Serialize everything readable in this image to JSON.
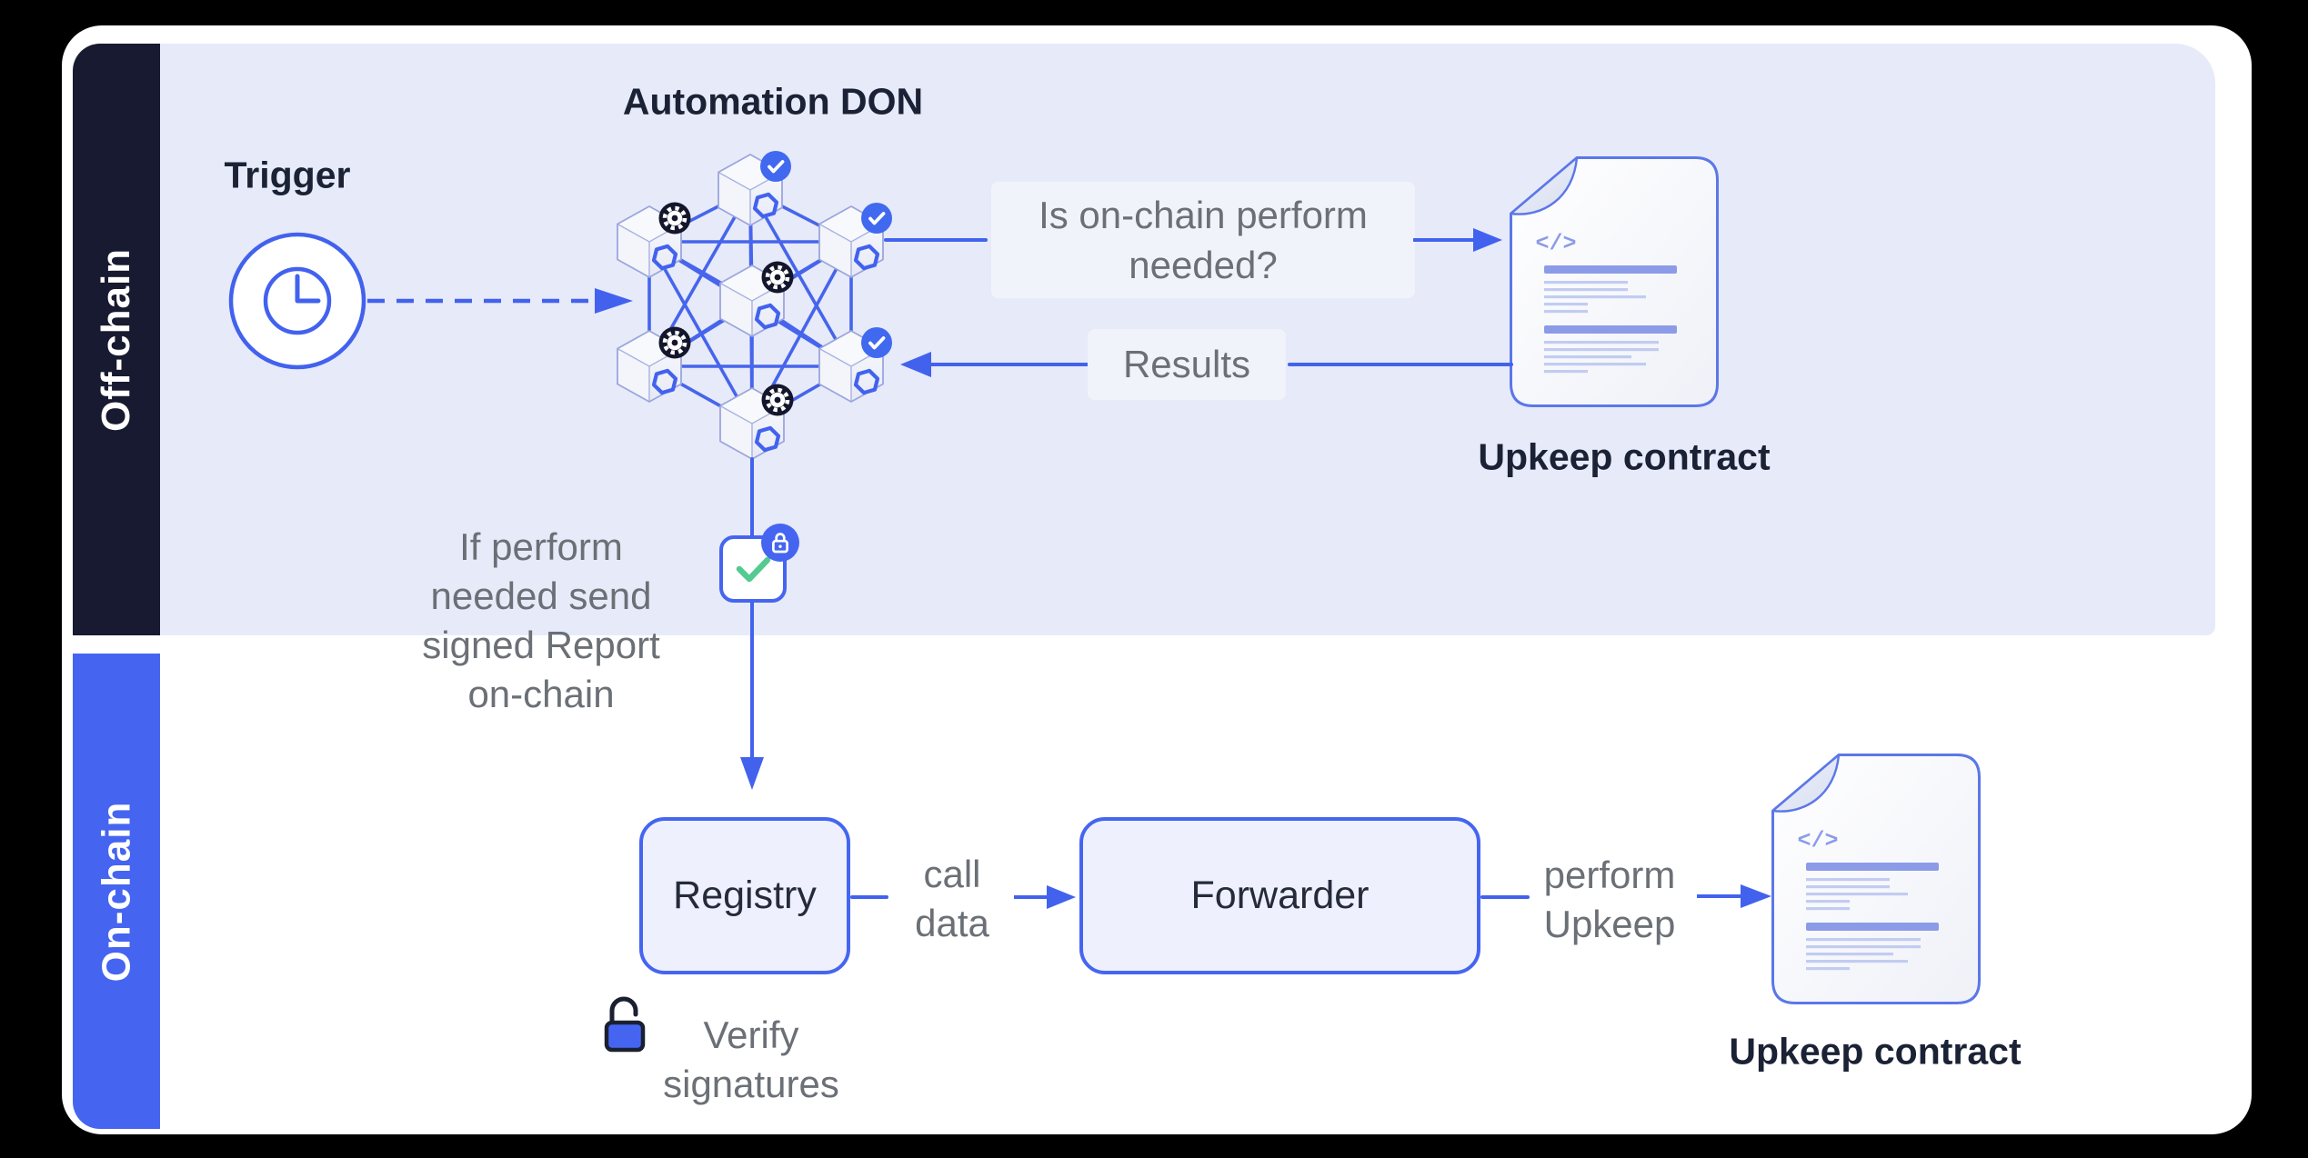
{
  "sidebar": {
    "offchain": {
      "label": "Off-chain",
      "bg": "#181A31"
    },
    "onchain": {
      "label": "On-chain",
      "bg": "#4565F1"
    }
  },
  "offchain_section": {
    "band_bg": "#E7EAF9",
    "trigger": {
      "label": "Trigger",
      "icon": "clock-icon"
    },
    "don": {
      "title": "Automation DON",
      "node_count": 7,
      "node_icon": "chainlink-cube-icon",
      "badge_icons": [
        "check-badge-icon",
        "gear-badge-icon"
      ],
      "check_badges": 3,
      "gear_badges": 4
    },
    "question": {
      "line1": "Is on-chain perform",
      "line2": "needed?"
    },
    "results_label": "Results",
    "report_note": {
      "lines": [
        "If perform",
        "needed send",
        "signed Report",
        "on-chain"
      ]
    },
    "report_box": {
      "check_icon": "check-icon",
      "lock_icon": "lock-badge-icon",
      "check_color": "#53CB90"
    }
  },
  "onchain_section": {
    "registry": {
      "label": "Registry"
    },
    "call_data": {
      "line1": "call",
      "line2": "data"
    },
    "forwarder": {
      "label": "Forwarder"
    },
    "perform_upkeep": {
      "line1": "perform",
      "line2": "Upkeep"
    },
    "verify": {
      "line1": "Verify",
      "line2": "signatures",
      "icon": "unlock-icon"
    }
  },
  "documents": {
    "top": {
      "label": "Upkeep contract",
      "icon": "contract-document-icon",
      "code_glyph": "</>"
    },
    "bottom": {
      "label": "Upkeep contract",
      "icon": "contract-document-icon",
      "code_glyph": "</>"
    }
  },
  "colors": {
    "accent_blue": "#4262EE",
    "sidebar_blue": "#4565F1",
    "sidebar_dark": "#181A31",
    "band_lavender": "#E7EAF9",
    "light_box": "#F1F3FA",
    "node_box_fill": "#EEF1FD",
    "green_check": "#53CB90",
    "gray_text": "#6B7076",
    "dark_text": "#1B2235",
    "badge_blue": "#4169F0",
    "gear_badge_dark": "#14172B"
  }
}
